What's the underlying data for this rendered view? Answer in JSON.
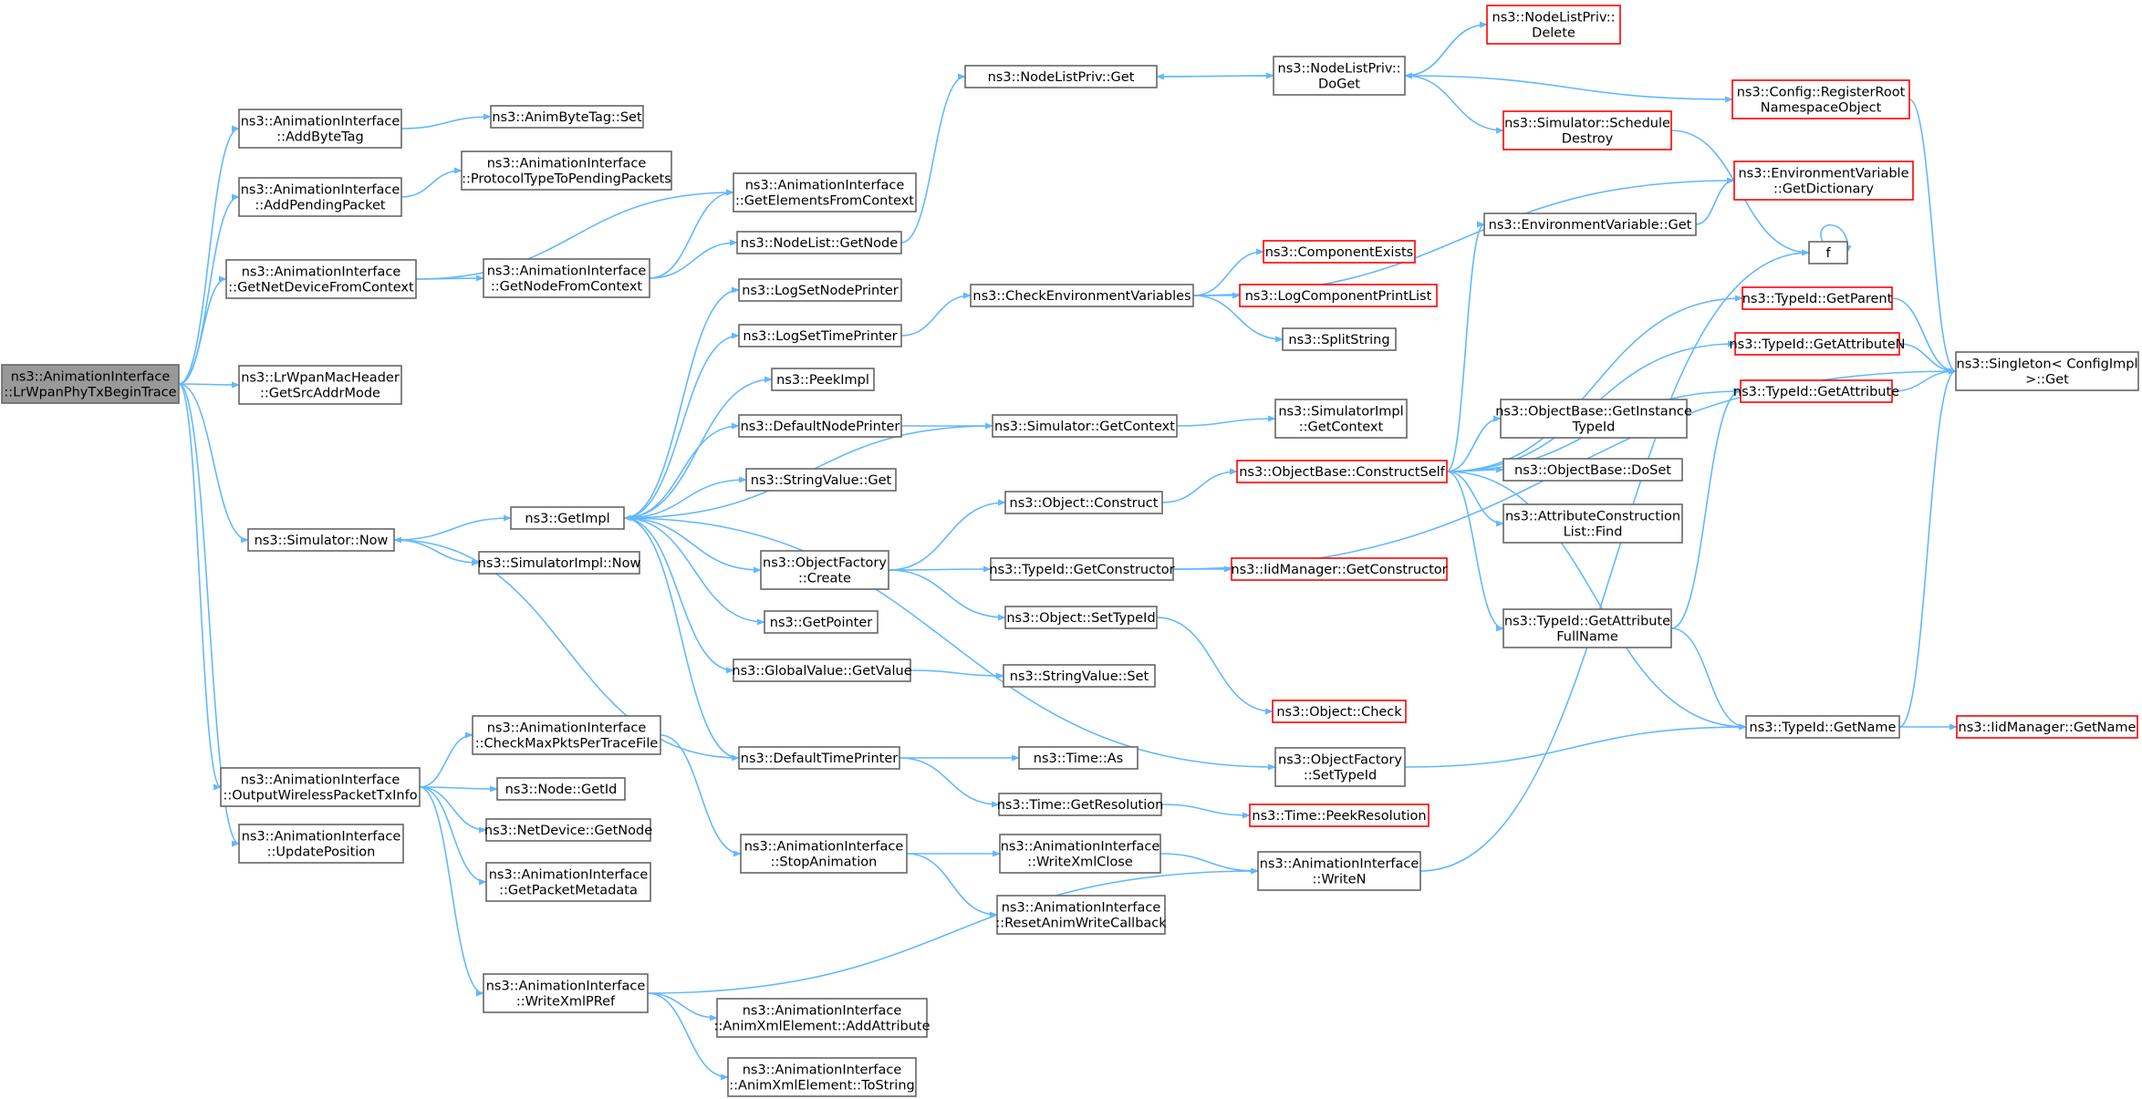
{
  "colors": {
    "edge": "#63b8ff",
    "border": "#666666",
    "highlight_border": "#ff0000",
    "root_fill": "#999999",
    "node_fill": "#ffffff"
  },
  "nodes": [
    {
      "id": "root",
      "lines": [
        "ns3::AnimationInterface",
        "::LrWpanPhyTxBeginTrace"
      ],
      "style": "root"
    },
    {
      "id": "addByteTag",
      "lines": [
        "ns3::AnimationInterface",
        "::AddByteTag"
      ]
    },
    {
      "id": "animByteTagSet",
      "lines": [
        "ns3::AnimByteTag::Set"
      ]
    },
    {
      "id": "addPendingPacket",
      "lines": [
        "ns3::AnimationInterface",
        "::AddPendingPacket"
      ]
    },
    {
      "id": "protocolTypeToPending",
      "lines": [
        "ns3::AnimationInterface",
        "::ProtocolTypeToPendingPackets"
      ]
    },
    {
      "id": "getNetDevice",
      "lines": [
        "ns3::AnimationInterface",
        "::GetNetDeviceFromContext"
      ]
    },
    {
      "id": "getElements",
      "lines": [
        "ns3::AnimationInterface",
        "::GetElementsFromContext"
      ]
    },
    {
      "id": "getNodeFromContext",
      "lines": [
        "ns3::AnimationInterface",
        "::GetNodeFromContext"
      ]
    },
    {
      "id": "nodeListGetNode",
      "lines": [
        "ns3::NodeList::GetNode"
      ]
    },
    {
      "id": "nodeListPrivGet",
      "lines": [
        "ns3::NodeListPriv::Get"
      ]
    },
    {
      "id": "nodeListPrivDoGet",
      "lines": [
        "ns3::NodeListPriv::",
        "DoGet"
      ]
    },
    {
      "id": "nodeListPrivDelete",
      "lines": [
        "ns3::NodeListPriv::",
        "Delete"
      ],
      "style": "red"
    },
    {
      "id": "registerRoot",
      "lines": [
        "ns3::Config::RegisterRoot",
        "NamespaceObject"
      ],
      "style": "red"
    },
    {
      "id": "scheduleDestroy",
      "lines": [
        "ns3::Simulator::Schedule",
        "Destroy"
      ],
      "style": "red"
    },
    {
      "id": "envGetDictionary",
      "lines": [
        "ns3::EnvironmentVariable",
        "::GetDictionary"
      ],
      "style": "red"
    },
    {
      "id": "envGet",
      "lines": [
        "ns3::EnvironmentVariable::Get"
      ]
    },
    {
      "id": "f",
      "lines": [
        "f"
      ]
    },
    {
      "id": "lrwpanGetSrc",
      "lines": [
        "ns3::LrWpanMacHeader",
        "::GetSrcAddrMode"
      ]
    },
    {
      "id": "logSetNodePrinter",
      "lines": [
        "ns3::LogSetNodePrinter"
      ]
    },
    {
      "id": "logSetTimePrinter",
      "lines": [
        "ns3::LogSetTimePrinter"
      ]
    },
    {
      "id": "checkEnv",
      "lines": [
        "ns3::CheckEnvironmentVariables"
      ]
    },
    {
      "id": "componentExists",
      "lines": [
        "ns3::ComponentExists"
      ],
      "style": "red"
    },
    {
      "id": "logComponentPrintList",
      "lines": [
        "ns3::LogComponentPrintList"
      ],
      "style": "red"
    },
    {
      "id": "splitString",
      "lines": [
        "ns3::SplitString"
      ]
    },
    {
      "id": "peekImpl",
      "lines": [
        "ns3::PeekImpl"
      ]
    },
    {
      "id": "defaultNodePrinter",
      "lines": [
        "ns3::DefaultNodePrinter"
      ]
    },
    {
      "id": "simGetContext",
      "lines": [
        "ns3::Simulator::GetContext"
      ]
    },
    {
      "id": "simImplGetContext",
      "lines": [
        "ns3::SimulatorImpl",
        "::GetContext"
      ]
    },
    {
      "id": "stringValueGet",
      "lines": [
        "ns3::StringValue::Get"
      ]
    },
    {
      "id": "getImpl",
      "lines": [
        "ns3::GetImpl"
      ]
    },
    {
      "id": "simNow",
      "lines": [
        "ns3::Simulator::Now"
      ]
    },
    {
      "id": "simImplNow",
      "lines": [
        "ns3::SimulatorImpl::Now"
      ]
    },
    {
      "id": "objectFactoryCreate",
      "lines": [
        "ns3::ObjectFactory",
        "::Create"
      ]
    },
    {
      "id": "objectConstruct",
      "lines": [
        "ns3::Object::Construct"
      ]
    },
    {
      "id": "constructSelf",
      "lines": [
        "ns3::ObjectBase::ConstructSelf"
      ],
      "style": "red"
    },
    {
      "id": "typeIdGetParent",
      "lines": [
        "ns3::TypeId::GetParent"
      ],
      "style": "red"
    },
    {
      "id": "typeIdGetAttributeN",
      "lines": [
        "ns3::TypeId::GetAttributeN"
      ],
      "style": "red"
    },
    {
      "id": "typeIdGetAttribute",
      "lines": [
        "ns3::TypeId::GetAttribute"
      ],
      "style": "red"
    },
    {
      "id": "singletonGet",
      "lines": [
        "ns3::Singleton< ConfigImpl",
        ">::Get"
      ]
    },
    {
      "id": "getInstanceTypeId",
      "lines": [
        "ns3::ObjectBase::GetInstance",
        "TypeId"
      ]
    },
    {
      "id": "doSet",
      "lines": [
        "ns3::ObjectBase::DoSet"
      ]
    },
    {
      "id": "attrConstructionFind",
      "lines": [
        "ns3::AttributeConstruction",
        "List::Find"
      ]
    },
    {
      "id": "typeIdGetConstructor",
      "lines": [
        "ns3::TypeId::GetConstructor"
      ]
    },
    {
      "id": "iidGetConstructor",
      "lines": [
        "ns3::IidManager::GetConstructor"
      ],
      "style": "red"
    },
    {
      "id": "objectSetTypeId",
      "lines": [
        "ns3::Object::SetTypeId"
      ]
    },
    {
      "id": "getPointer",
      "lines": [
        "ns3::GetPointer"
      ]
    },
    {
      "id": "globalValueGetValue",
      "lines": [
        "ns3::GlobalValue::GetValue"
      ]
    },
    {
      "id": "stringValueSet",
      "lines": [
        "ns3::StringValue::Set"
      ]
    },
    {
      "id": "typeIdGetAttrFullName",
      "lines": [
        "ns3::TypeId::GetAttribute",
        "FullName"
      ]
    },
    {
      "id": "objectCheck",
      "lines": [
        "ns3::Object::Check"
      ],
      "style": "red"
    },
    {
      "id": "outputWireless",
      "lines": [
        "ns3::AnimationInterface",
        "::OutputWirelessPacketTxInfo"
      ]
    },
    {
      "id": "checkMaxPkts",
      "lines": [
        "ns3::AnimationInterface",
        "::CheckMaxPktsPerTraceFile"
      ]
    },
    {
      "id": "defaultTimePrinter",
      "lines": [
        "ns3::DefaultTimePrinter"
      ]
    },
    {
      "id": "timeAs",
      "lines": [
        "ns3::Time::As"
      ]
    },
    {
      "id": "objectFactorySetTypeId",
      "lines": [
        "ns3::ObjectFactory",
        "::SetTypeId"
      ]
    },
    {
      "id": "typeIdGetName",
      "lines": [
        "ns3::TypeId::GetName"
      ]
    },
    {
      "id": "iidGetName",
      "lines": [
        "ns3::IidManager::GetName"
      ],
      "style": "red"
    },
    {
      "id": "nodeGetId",
      "lines": [
        "ns3::Node::GetId"
      ]
    },
    {
      "id": "timeGetResolution",
      "lines": [
        "ns3::Time::GetResolution"
      ]
    },
    {
      "id": "timePeekResolution",
      "lines": [
        "ns3::Time::PeekResolution"
      ],
      "style": "red"
    },
    {
      "id": "netDeviceGetNode",
      "lines": [
        "ns3::NetDevice::GetNode"
      ]
    },
    {
      "id": "stopAnimation",
      "lines": [
        "ns3::AnimationInterface",
        "::StopAnimation"
      ]
    },
    {
      "id": "writeXmlClose",
      "lines": [
        "ns3::AnimationInterface",
        "::WriteXmlClose"
      ]
    },
    {
      "id": "writeN",
      "lines": [
        "ns3::AnimationInterface",
        "::WriteN"
      ]
    },
    {
      "id": "getPacketMetadata",
      "lines": [
        "ns3::AnimationInterface",
        "::GetPacketMetadata"
      ]
    },
    {
      "id": "updatePosition",
      "lines": [
        "ns3::AnimationInterface",
        "::UpdatePosition"
      ]
    },
    {
      "id": "resetAnimWrite",
      "lines": [
        "ns3::AnimationInterface",
        "::ResetAnimWriteCallback"
      ]
    },
    {
      "id": "writeXmlPRef",
      "lines": [
        "ns3::AnimationInterface",
        "::WriteXmlPRef"
      ]
    },
    {
      "id": "addAttribute",
      "lines": [
        "ns3::AnimationInterface",
        "::AnimXmlElement::AddAttribute"
      ]
    },
    {
      "id": "toString",
      "lines": [
        "ns3::AnimationInterface",
        "::AnimXmlElement::ToString"
      ]
    }
  ]
}
